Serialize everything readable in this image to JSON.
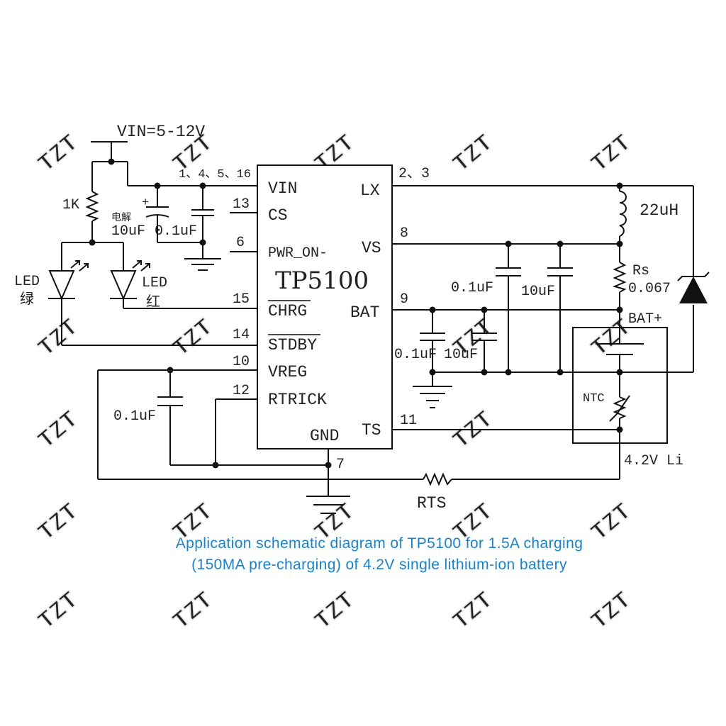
{
  "watermark": "TZT",
  "supply_label": "VIN=5-12V",
  "ic": {
    "name": "TP5100",
    "pins": {
      "vin": "VIN",
      "cs": "CS",
      "pwr_on": "PWR_ON-",
      "chrg": "CHRG",
      "stdby": "STDBY",
      "vreg": "VREG",
      "rtrick": "RTRICK",
      "gnd": "GND",
      "lx": "LX",
      "vs": "VS",
      "bat": "BAT",
      "ts": "TS"
    },
    "pin_numbers": {
      "vin": "1、4、5、16",
      "cs": "13",
      "pwr_on": "6",
      "chrg": "15",
      "stdby": "14",
      "vreg": "10",
      "rtrick": "12",
      "gnd": "7",
      "lx": "2、3",
      "vs": "8",
      "bat": "9",
      "ts": "11"
    }
  },
  "components": {
    "r_led": "1K",
    "cap_electrolytic_note": "电解",
    "cap_electrolytic_plus": "+",
    "cap_in_1": "10uF",
    "cap_in_2": "0.1uF",
    "led_green_label": "LED",
    "led_green_color": "绿",
    "led_red_label": "LED",
    "led_red_color": "红",
    "cap_vreg": "0.1uF",
    "cap_vs_1": "0.1uF",
    "cap_vs_2": "10uF",
    "cap_bat_1": "0.1uF",
    "cap_bat_2": "10uF",
    "inductor": "22uH",
    "rs_name": "Rs",
    "rs_value": "0.067",
    "bat_plus": "BAT+",
    "ntc": "NTC",
    "battery": "4.2V Li",
    "rts": "RTS"
  },
  "caption": {
    "line1": "Application schematic diagram of TP5100 for 1.5A charging",
    "line2": "(150MA pre-charging) of 4.2V single lithium-ion battery"
  },
  "colors": {
    "caption": "#1b82c8",
    "ink": "#111111",
    "watermark": "#e6e6e6"
  }
}
